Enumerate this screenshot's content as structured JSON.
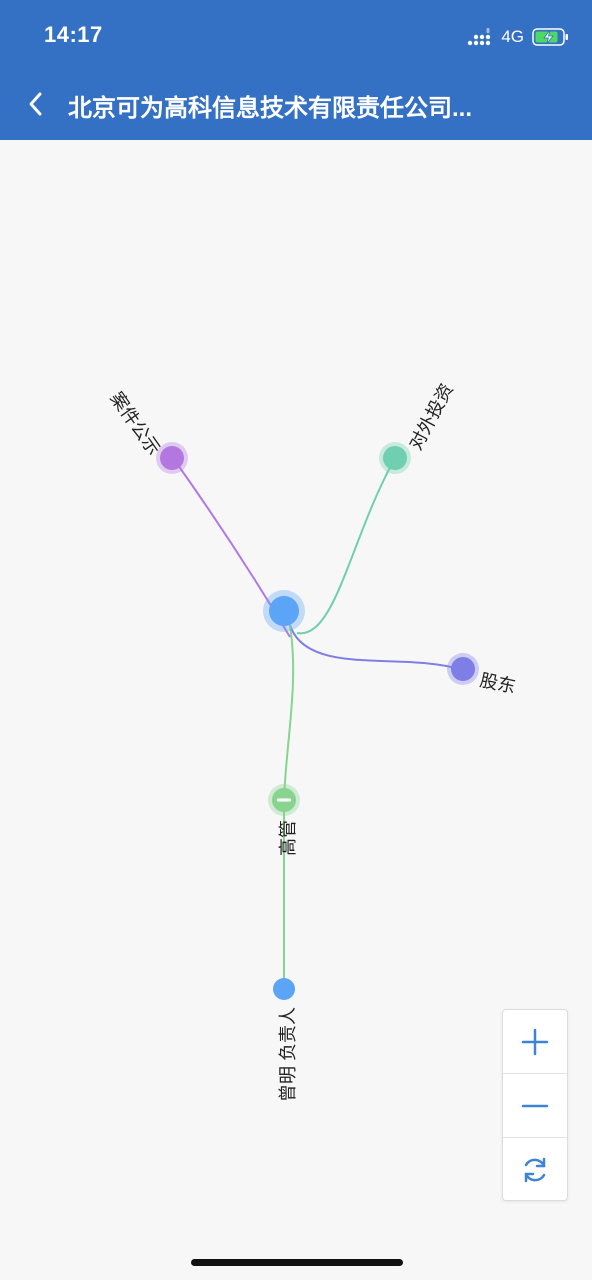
{
  "status_bar": {
    "time": "14:17",
    "network": "4G",
    "signal_icon": "signal-bars-icon",
    "battery_icon": "battery-charging-icon"
  },
  "header": {
    "back_icon": "chevron-left-icon",
    "title": "北京可为高科信息技术有限责任公司..."
  },
  "graph": {
    "center_node": {
      "color": "#5ba4f6"
    },
    "nodes": [
      {
        "id": "case",
        "label": "案件公示",
        "color": "#b378e0"
      },
      {
        "id": "invest",
        "label": "对外投资",
        "color": "#6fcfb0"
      },
      {
        "id": "shareholder",
        "label": "股东",
        "color": "#7f7ee6"
      },
      {
        "id": "executive",
        "label": "高管",
        "color": "#87d48e",
        "expanded_icon": "minus-icon"
      },
      {
        "id": "person",
        "label": "曾明 负责人",
        "color": "#5ba4f6"
      }
    ]
  },
  "zoom_controls": {
    "zoom_in_icon": "plus-icon",
    "zoom_out_icon": "minus-icon",
    "reset_icon": "refresh-icon",
    "icon_color": "#3d83d6"
  }
}
